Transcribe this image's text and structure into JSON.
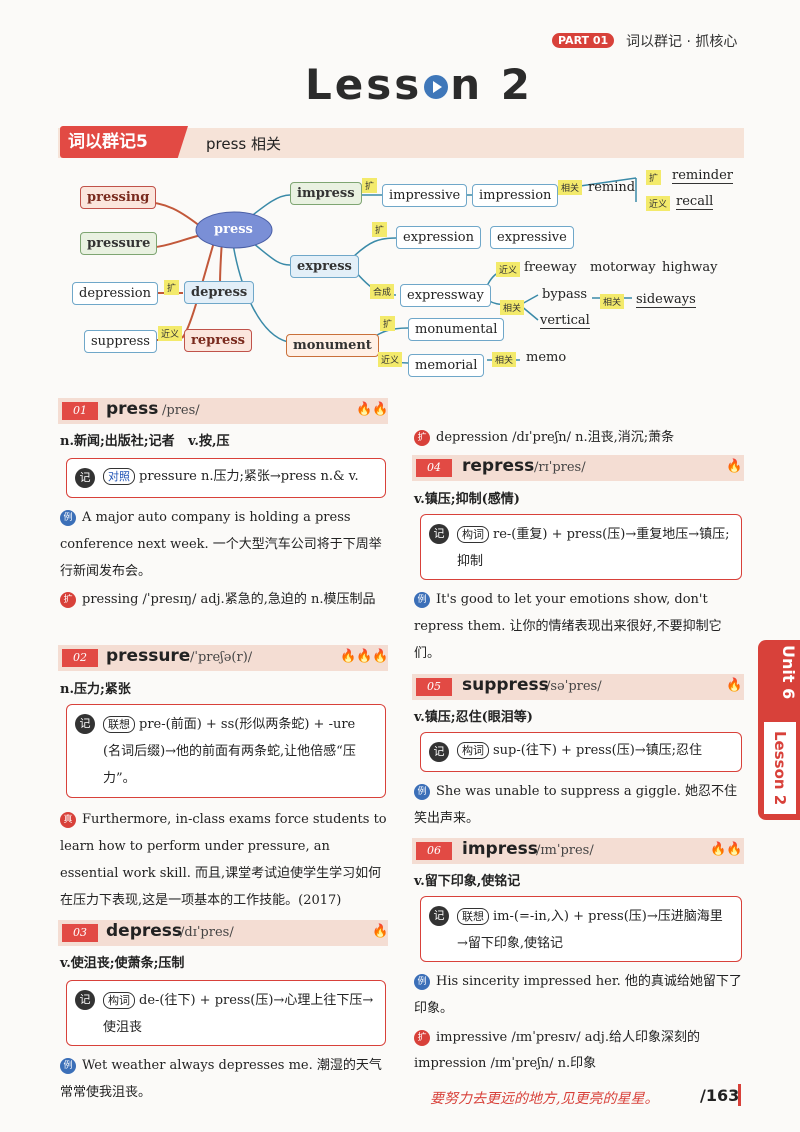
{
  "header": {
    "part_badge": "PART 01",
    "part_title": "词以群记 · 抓核心"
  },
  "lesson": {
    "prefix": "Less",
    "suffix": "n 2"
  },
  "group": {
    "tag": "词以群记5",
    "topic": "press 相关"
  },
  "mindmap": {
    "center": "press",
    "left": [
      "pressing",
      "pressure",
      "depression",
      "depress",
      "suppress",
      "repress"
    ],
    "nodes": {
      "impress": "impress",
      "impressive": "impressive",
      "impression": "impression",
      "remind": "remind",
      "reminder": "reminder",
      "recall": "recall",
      "express": "express",
      "expression": "expression",
      "expressive": "expressive",
      "expressway": "expressway",
      "freeway": "freeway",
      "motorway": "motorway",
      "highway": "highway",
      "bypass": "bypass",
      "sideways": "sideways",
      "vertical": "vertical",
      "monument": "monument",
      "monumental": "monumental",
      "memorial": "memorial",
      "memo": "memo"
    },
    "tags": {
      "kuo": "扩",
      "xiangguan": "相关",
      "jinyi": "近义",
      "hecheng": "合成"
    }
  },
  "entries": [
    {
      "num": "01",
      "word": "press",
      "ipa": "/pres/",
      "meaning_pos": "n.",
      "meaning": "新闻;出版社;记者",
      "meaning2_pos": "v.",
      "meaning2": "按,压",
      "box_label": "对照",
      "box": "pressure n.压力;紧张→press n.& v.",
      "ex": "A major auto company is holding a press conference next week. 一个大型汽车公司将于下周举行新闻发布会。",
      "ext": "pressing /ˈpresɪŋ/ adj.紧急的,急迫的  n.模压制品"
    },
    {
      "num": "02",
      "word": "pressure",
      "ipa": "/ˈpreʃə(r)/",
      "meaning": "n.压力;紧张",
      "box_label": "联想",
      "box": "pre-(前面) + ss(形似两条蛇) + -ure (名词后缀)→他的前面有两条蛇,让他倍感“压力”。",
      "ex": "Furthermore, in-class exams force students to learn how to perform under pressure, an essential work skill. 而且,课堂考试迫使学生学习如何在压力下表现,这是一项基本的工作技能。(2017)"
    },
    {
      "num": "03",
      "word": "depress",
      "ipa": "/dɪˈpres/",
      "meaning": "v.使沮丧;使萧条;压制",
      "box_label": "构词",
      "box": "de-(往下) + press(压)→心理上往下压→使沮丧",
      "ex": "Wet weather always depresses me. 潮湿的天气常常使我沮丧。",
      "ext": "depression /dɪˈpreʃn/ n.沮丧,消沉;萧条"
    },
    {
      "num": "04",
      "word": "repress",
      "ipa": "/rɪˈpres/",
      "meaning": "v.镇压;抑制(感情)",
      "box_label": "构词",
      "box": "re-(重复) + press(压)→重复地压→镇压;抑制",
      "ex": "It's good to let your emotions show, don't repress them. 让你的情绪表现出来很好,不要抑制它们。"
    },
    {
      "num": "05",
      "word": "suppress",
      "ipa": "/səˈpres/",
      "meaning": "v.镇压;忍住(眼泪等)",
      "box_label": "构词",
      "box": "sup-(往下) + press(压)→镇压;忍住",
      "ex": "She was unable to suppress a giggle. 她忍不住笑出声来。"
    },
    {
      "num": "06",
      "word": "impress",
      "ipa": "/ɪmˈpres/",
      "meaning": "v.留下印象,使铭记",
      "box_label": "联想",
      "box": "im-(=-in,入) + press(压)→压进脑海里→留下印象,使铭记",
      "ex": "His sincerity impressed her. 他的真诚给她留下了印象。",
      "ext": "impressive /ɪmˈpresɪv/ adj.给人印象深刻的",
      "ext2": "impression /ɪmˈpreʃn/ n.印象"
    }
  ],
  "side": {
    "unit": "Unit 6",
    "lesson": "Lesson 2"
  },
  "footer": {
    "motto": "要努力去更远的地方,见更亮的星星。",
    "page": "/163"
  },
  "colors": {
    "accent": "#d8413a",
    "link_blue": "#2355b6"
  }
}
